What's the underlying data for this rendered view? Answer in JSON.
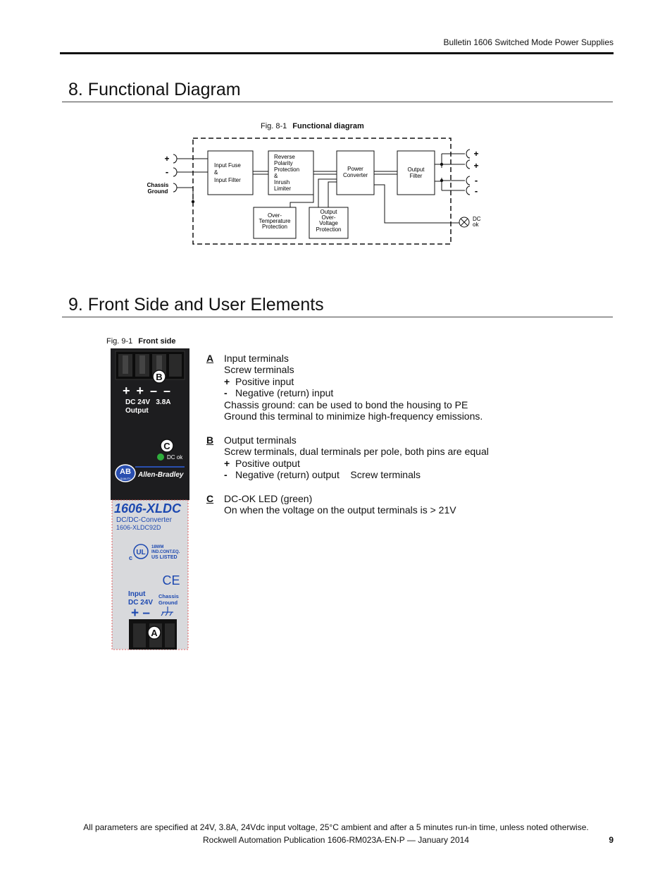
{
  "header": {
    "bulletin": "Bulletin 1606 Switched Mode Power Supplies"
  },
  "section8": {
    "title": "8.  Functional Diagram"
  },
  "fig81": {
    "label": "Fig. 8-1",
    "title": "Functional diagram",
    "input_plus": "+",
    "input_minus": "-",
    "chassis": [
      "Chassis",
      "Ground"
    ],
    "block_input_fuse": [
      "Input Fuse",
      "&",
      "Input Filter"
    ],
    "block_reverse": [
      "Reverse",
      "Polarity",
      "Protection",
      "&",
      "Inrush",
      "Limiter"
    ],
    "block_power": [
      "Power",
      "Converter"
    ],
    "block_output_filter": [
      "Output",
      "Filter"
    ],
    "block_overtemp": [
      "Over-",
      "Temperature",
      "Protection"
    ],
    "block_ovp": [
      "Output",
      "Over-",
      "Voltage",
      "Protection"
    ],
    "out_plus": "+",
    "out_minus": "-",
    "dc_ok": [
      "DC",
      "ok"
    ]
  },
  "section9": {
    "title": "9.  Front Side and User Elements"
  },
  "fig91": {
    "label": "Fig. 9-1",
    "title": "Front side"
  },
  "device": {
    "marker_a": "A",
    "marker_b": "B",
    "marker_c": "C",
    "out_polarity": "+ + – –",
    "out_rating": "DC 24V   3.8A",
    "out_label": "Output",
    "dc_ok": "DC ok",
    "ab_logo": "AB",
    "ab_quality": "QUALITY",
    "brand": "Allen-Bradley",
    "model": "1606-XLDC",
    "type": "DC/DC-Converter",
    "catalog": "1606-XLDC92D",
    "ul_c": "c",
    "ul_mark": "UL",
    "ul_line1": "18WM",
    "ul_line2": "IND.CONT.EQ.",
    "ul_line3": "US LISTED",
    "ce": "CE",
    "in_label": "Input",
    "in_rating": "DC 24V",
    "in_polarity": "+ –",
    "chassis1": "Chassis",
    "chassis2": "Ground"
  },
  "descriptions": {
    "a": {
      "letter": "A",
      "title": "Input terminals",
      "sub": "Screw terminals",
      "plus_sym": "+",
      "plus_text": "Positive input",
      "minus_sym": "-",
      "minus_text": "Negative (return) input",
      "chassis1": "Chassis ground:  can be used to bond the housing to PE",
      "chassis2": "Ground this terminal to minimize high-frequency emissions."
    },
    "b": {
      "letter": "B",
      "title": "Output terminals",
      "sub": "Screw terminals, dual terminals per pole, both pins are equal",
      "plus_sym": "+",
      "plus_text": "Positive output",
      "minus_sym": "-",
      "minus_text": "Negative (return) output    Screw terminals"
    },
    "c": {
      "letter": "C",
      "title": "DC-OK LED (green)",
      "sub": "On when the voltage on the output terminals is > 21V"
    }
  },
  "footer": {
    "note": "All parameters are specified at 24V, 3.8A, 24Vdc input voltage, 25°C ambient and after a 5 minutes run-in time, unless noted otherwise.",
    "publication": "Rockwell Automation Publication 1606-RM023A-EN-P — January 2014",
    "page": "9"
  }
}
